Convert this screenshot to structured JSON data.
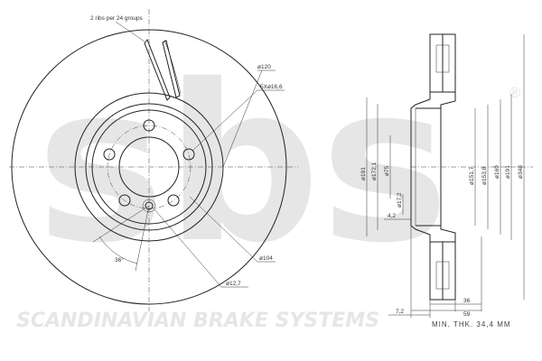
{
  "watermark": {
    "logo_text": "sbs",
    "registered_mark": "®",
    "tagline": "SCANDINAVIAN BRAKE SYSTEMS"
  },
  "front_view": {
    "ribs_note": "2 ribs per 24 groups",
    "outer_reference": "ø120",
    "bolt_pattern": "5Xø16,6",
    "pcd": "ø104",
    "hole": "ø12,7",
    "angle": "36°"
  },
  "section_view": {
    "dia_191_left": "ø191",
    "dia_172": "ø172,1",
    "dia_75": "ø75",
    "dia_17": "ø17,2",
    "offset_42": "4,2",
    "dia_151": "ø151,7",
    "dia_153": "ø153,8",
    "dia_169": "ø169",
    "dia_191_right": "ø191",
    "dia_348": "ø348",
    "width_72": "7,2",
    "width_36": "36",
    "width_59": "59"
  },
  "min_thickness": "MIN. THK. 34,4 MM"
}
